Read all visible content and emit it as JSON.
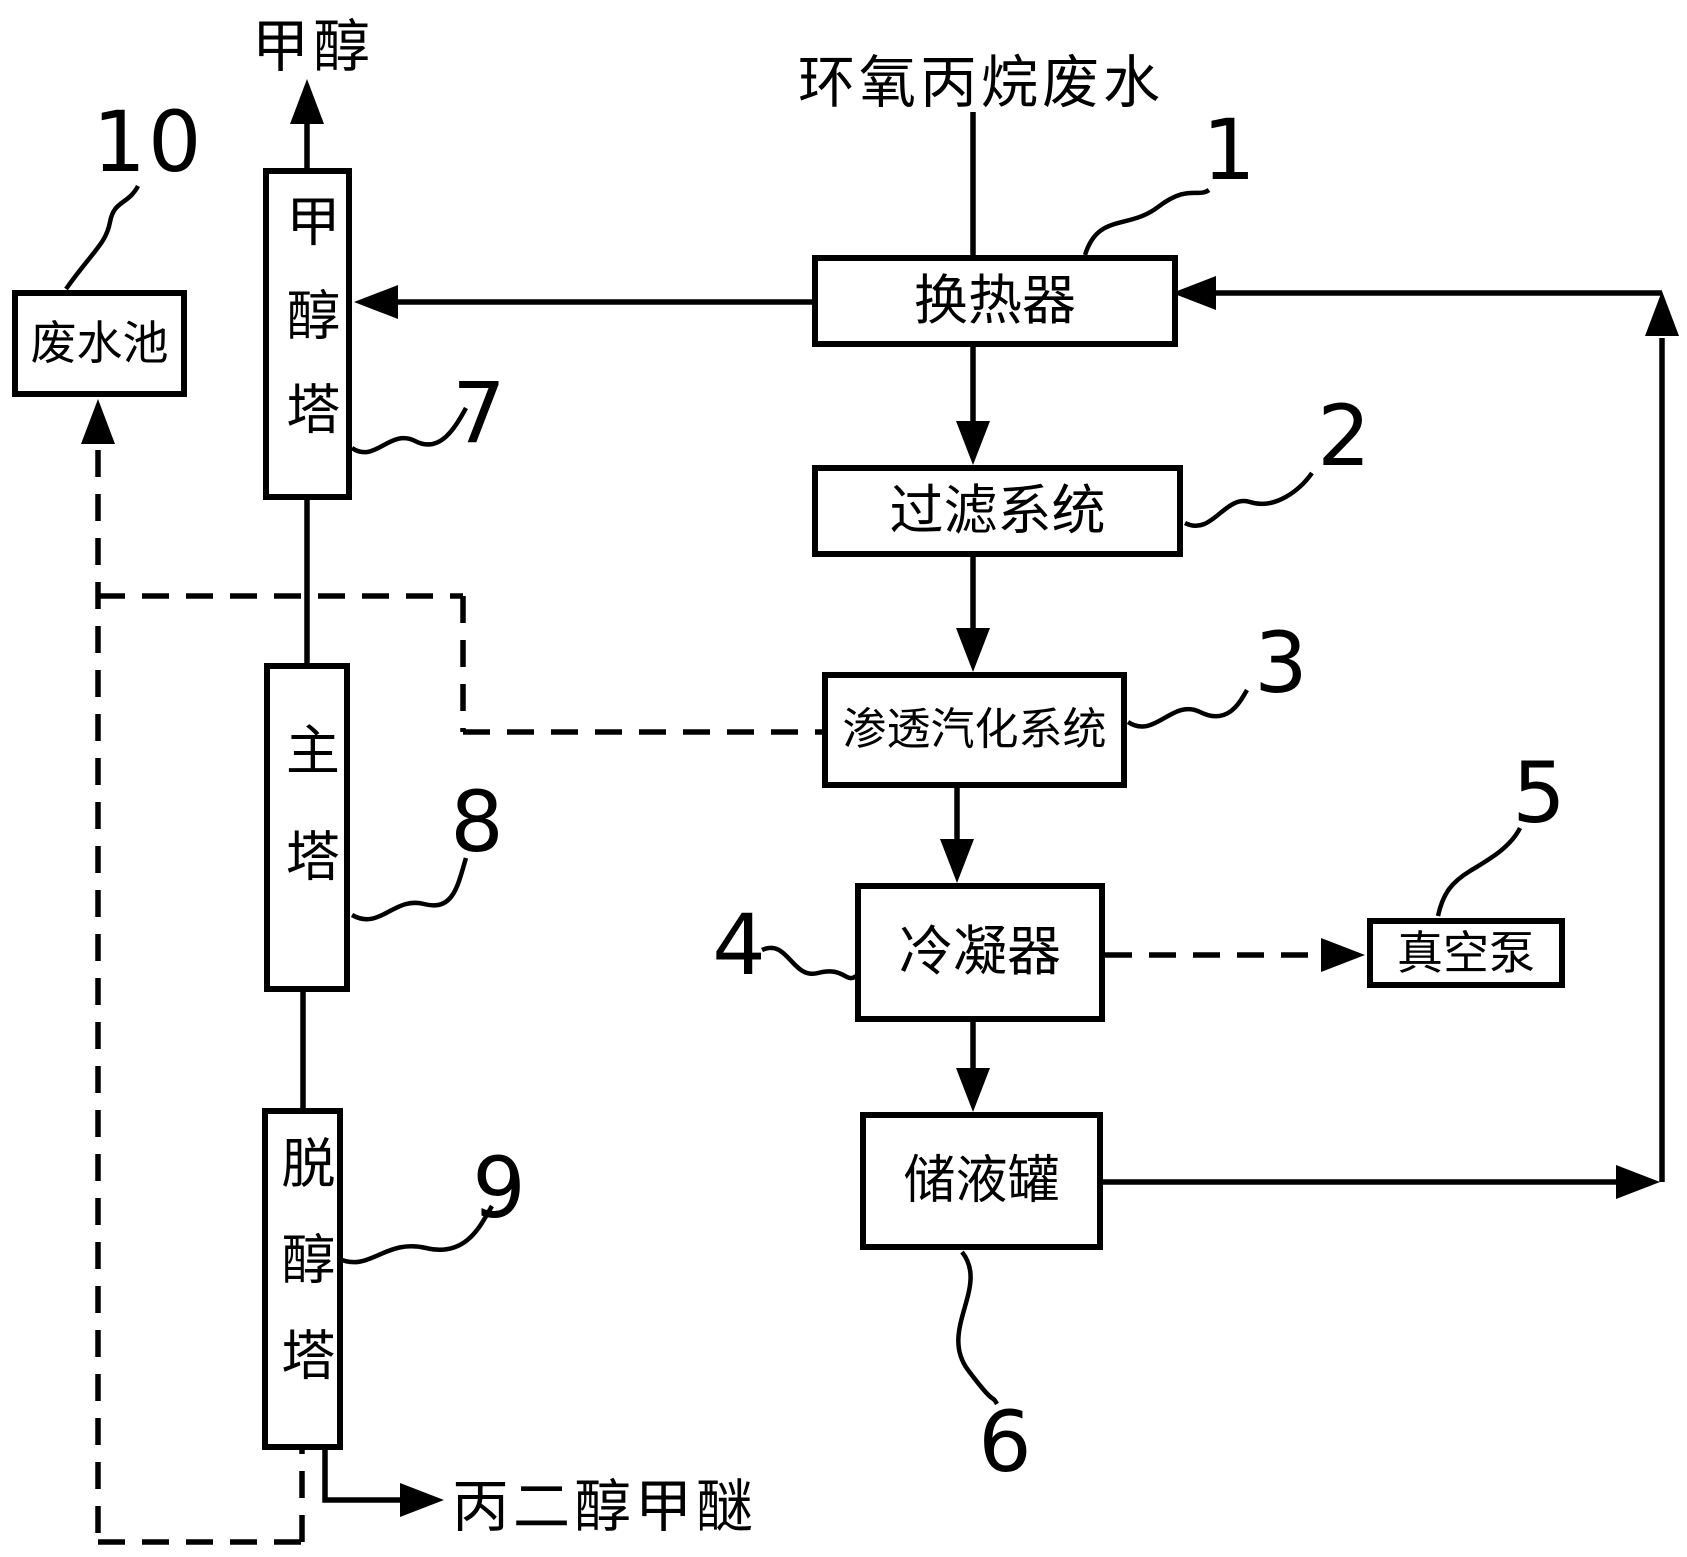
{
  "figure_kind": "process-flow-diagram",
  "colors": {
    "line": "#000000",
    "background": "#ffffff"
  },
  "streams": {
    "input": "环氧丙烷废水",
    "methanol_out": "甲醇",
    "product_out": "丙二醇甲醚"
  },
  "nodes": [
    {
      "ref": "1",
      "label": "换热器"
    },
    {
      "ref": "2",
      "label": "过滤系统"
    },
    {
      "ref": "3",
      "label": "渗透汽化系统"
    },
    {
      "ref": "4",
      "label": "冷凝器"
    },
    {
      "ref": "5",
      "label": "真空泵"
    },
    {
      "ref": "6",
      "label": "储液罐"
    },
    {
      "ref": "7",
      "label": "甲醇塔"
    },
    {
      "ref": "8",
      "label": "主塔"
    },
    {
      "ref": "9",
      "label": "脱醇塔"
    },
    {
      "ref": "10",
      "label": "废水池"
    }
  ]
}
